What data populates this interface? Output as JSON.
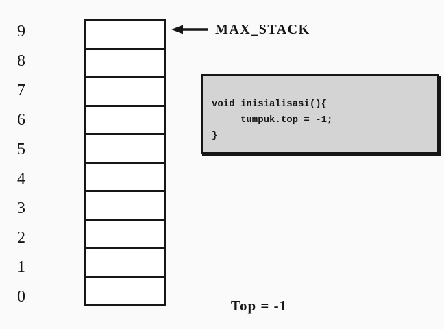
{
  "colors": {
    "background": "#fafafa",
    "ink": "#161616",
    "cell_fill": "#ffffff",
    "code_box_bg": "#d4d4d4"
  },
  "stack": {
    "cell_count": 10,
    "indices": [
      "9",
      "8",
      "7",
      "6",
      "5",
      "4",
      "3",
      "2",
      "1",
      "0"
    ]
  },
  "icons": {
    "max_stack_arrow": "left-arrow-icon"
  },
  "labels": {
    "max_stack": "MAX_STACK",
    "top_value": "Top = -1"
  },
  "code_box": {
    "lines": [
      "void inisialisasi(){",
      "     tumpuk.top = -1;",
      "}"
    ]
  }
}
